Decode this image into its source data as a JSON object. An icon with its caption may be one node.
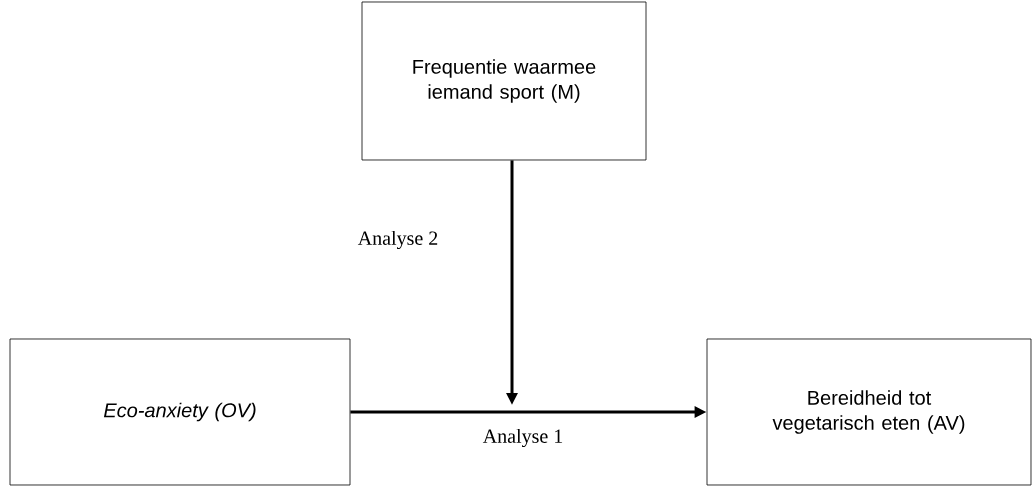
{
  "diagram": {
    "nodes": [
      {
        "text": [
          "Frequentie waarmee iemand sport (M)"
        ]
      },
      {
        "text": [
          "Eco-anxiety (OV)"
        ]
      },
      {
        "text": [
          "Bereidheid tot vegetarisch eten (AV)"
        ]
      }
    ],
    "edges": [
      {
        "from": 0,
        "to": null,
        "arrow": "to",
        "label": "Analyse 2"
      },
      {
        "from": 1,
        "to": 2,
        "arrow": "to",
        "label": "Analyse 1"
      }
    ]
  }
}
